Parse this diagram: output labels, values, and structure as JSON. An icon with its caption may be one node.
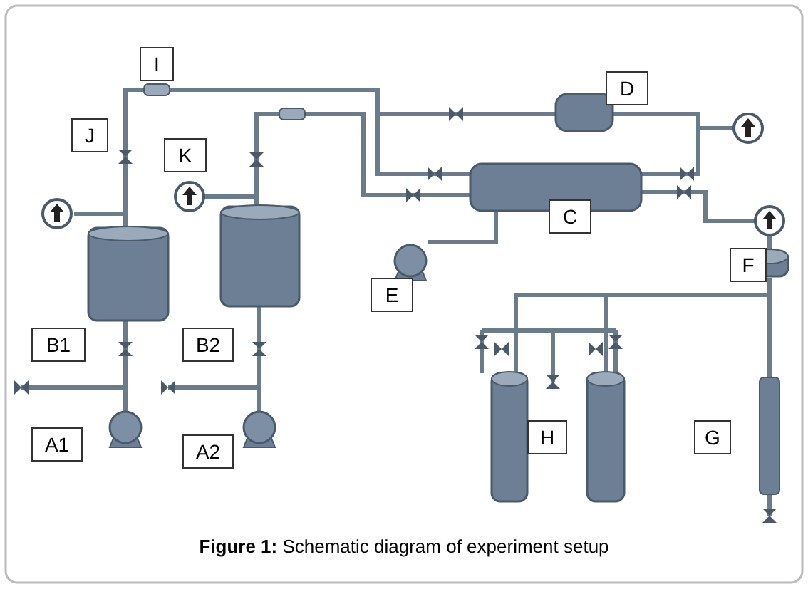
{
  "diagram": {
    "caption": "**Figure 1:** Schematic diagram of experiment setup",
    "labels": [
      "I",
      "D",
      "J",
      "K",
      "C",
      "E",
      "F",
      "B1",
      "B2",
      "H",
      "G",
      "A1",
      "A2"
    ]
  }
}
